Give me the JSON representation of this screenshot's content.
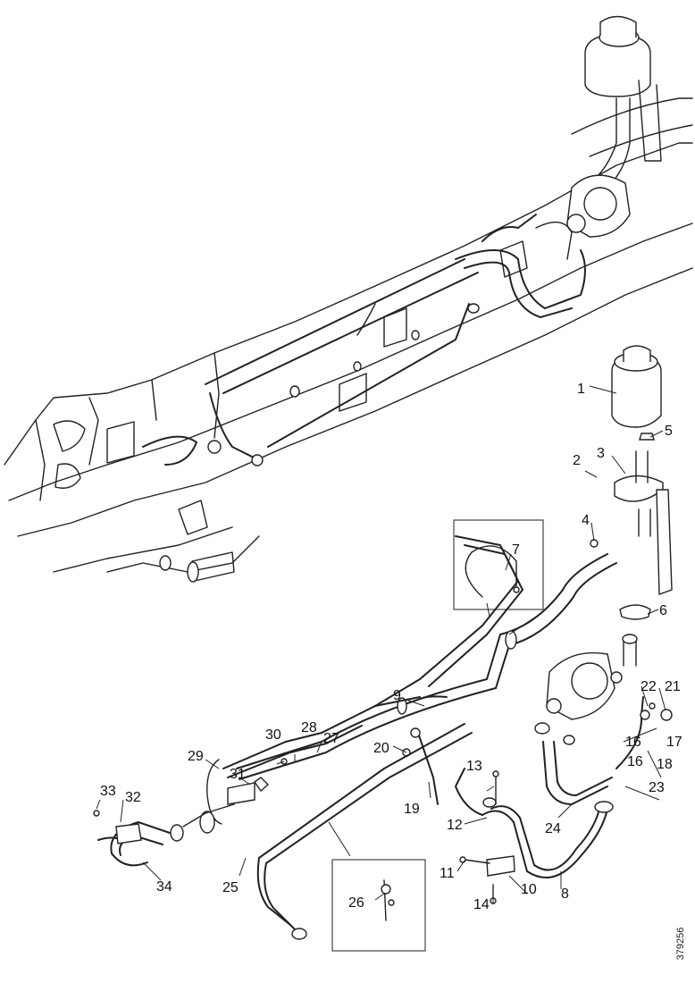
{
  "diagram": {
    "callouts": [
      "1",
      "2",
      "3",
      "4",
      "5",
      "6",
      "7",
      "8",
      "9",
      "10",
      "11",
      "12",
      "13",
      "14",
      "16",
      "16",
      "17",
      "18",
      "19",
      "20",
      "21",
      "22",
      "23",
      "24",
      "25",
      "26",
      "27",
      "28",
      "29",
      "30",
      "31",
      "32",
      "33",
      "34"
    ],
    "document_number": "379256"
  }
}
